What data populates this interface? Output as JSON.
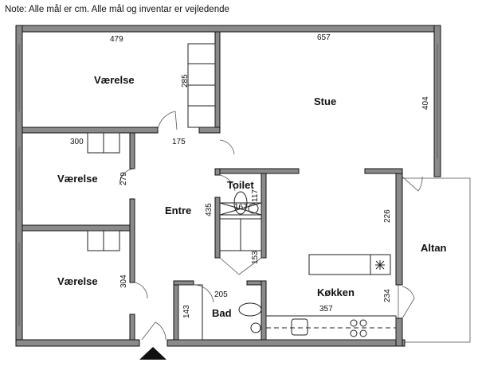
{
  "note": "Note: Alle mål er cm. Alle mål og inventar er vejledende",
  "rooms": {
    "vaerelse1": "Værelse",
    "vaerelse2": "Værelse",
    "vaerelse3": "Værelse",
    "stue": "Stue",
    "entre": "Entre",
    "toilet": "Toilet",
    "bad": "Bad",
    "koekken": "Køkken",
    "altan": "Altan"
  },
  "dimensions": {
    "v1_width": "479",
    "v1_closet": "285",
    "stue_width": "657",
    "stue_depth": "404",
    "v2_width": "300",
    "entre_top": "175",
    "v2_door": "279",
    "entre_len": "435",
    "toilet_a": "117",
    "toilet_b": "167",
    "closet": "153",
    "v3": "304",
    "bad_width": "205",
    "bad_closet": "143",
    "koekken_width": "357",
    "koekken_a": "226",
    "koekken_b": "234"
  },
  "colors": {
    "wall": "#8a8a8a",
    "line": "#111111"
  }
}
